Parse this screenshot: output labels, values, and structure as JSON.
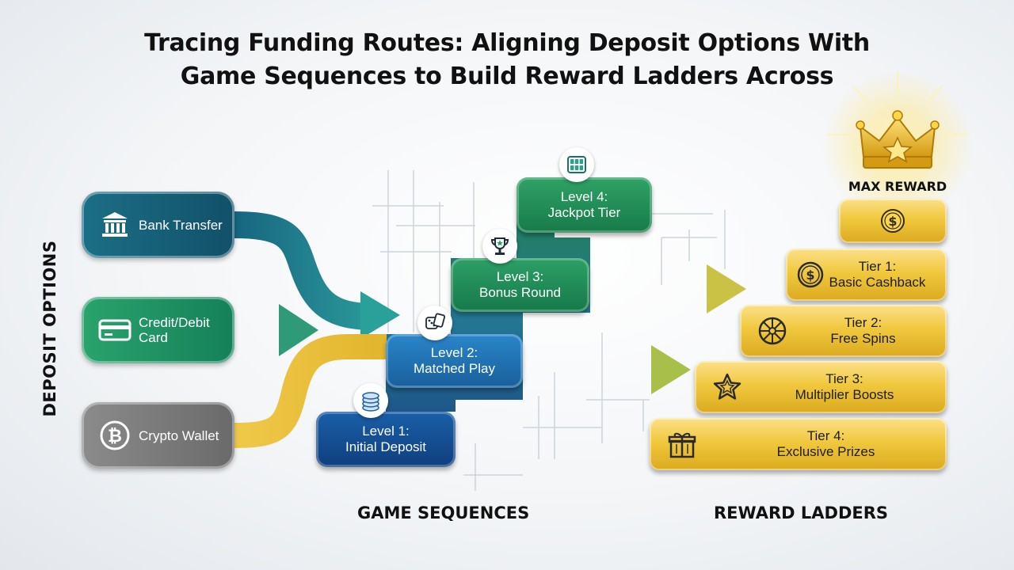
{
  "title": {
    "line1": "Tracing Funding Routes: Aligning Deposit Options With",
    "line2": "Game Sequences to Build Reward Ladders Across"
  },
  "sections": {
    "deposit_options": "DEPOSIT OPTIONS",
    "game_sequences": "GAME SEQUENCES",
    "reward_ladders": "REWARD LADDERS"
  },
  "deposits": [
    {
      "label": "Bank Transfer",
      "icon": "bank-icon"
    },
    {
      "label": "Credit/Debit Card",
      "icon": "credit-card-icon"
    },
    {
      "label": "Crypto Wallet",
      "icon": "bitcoin-icon"
    }
  ],
  "levels": [
    {
      "line1": "Level 1:",
      "line2": "Initial Deposit",
      "icon": "coin-stack-icon"
    },
    {
      "line1": "Level 2:",
      "line2": "Matched Play",
      "icon": "dice-cards-icon"
    },
    {
      "line1": "Level 3:",
      "line2": "Bonus Round",
      "icon": "trophy-icon"
    },
    {
      "line1": "Level 4:",
      "line2": "Jackpot Tier",
      "icon": "slot-reels-icon"
    }
  ],
  "rewards": {
    "max_label": "MAX REWARD",
    "max_icon": "dollar-coin-icon",
    "crown_icon": "crown-icon",
    "tiers": [
      {
        "line1": "Tier 1:",
        "line2": "Basic Cashback",
        "icon": "dollar-coin-icon"
      },
      {
        "line1": "Tier 2:",
        "line2": "Free Spins",
        "icon": "wheel-icon"
      },
      {
        "line1": "Tier 3:",
        "line2": "Multiplier Boosts",
        "icon": "star-icon"
      },
      {
        "line1": "Tier 4:",
        "line2": "Exclusive Prizes",
        "icon": "gift-icon"
      }
    ]
  },
  "colors": {
    "bank": "#115069",
    "card": "#15805a",
    "crypto": "#6a6a6a",
    "gold": "#f1c93e"
  }
}
